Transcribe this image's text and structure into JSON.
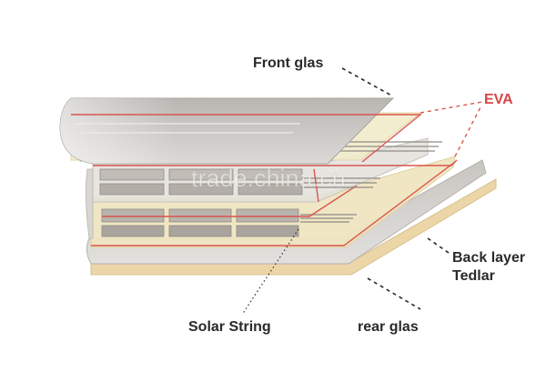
{
  "labels": {
    "front_glass": "Front glas",
    "eva": "EVA",
    "back_layer_line1": "Back layer",
    "back_layer_line2": "Tedlar",
    "solar_string": "Solar String",
    "rear_glass": "rear glas"
  },
  "watermark": "trade.china.cn",
  "colors": {
    "front_glass": "#c9c6c2",
    "eva": "#f0e8c4",
    "eva_line": "#d95550",
    "rear_glass": "#d2d0cc",
    "back_layer": "#ecd6a8",
    "label_text": "#2a2a2a",
    "eva_label": "#d64545",
    "cell": "#9c9890"
  }
}
